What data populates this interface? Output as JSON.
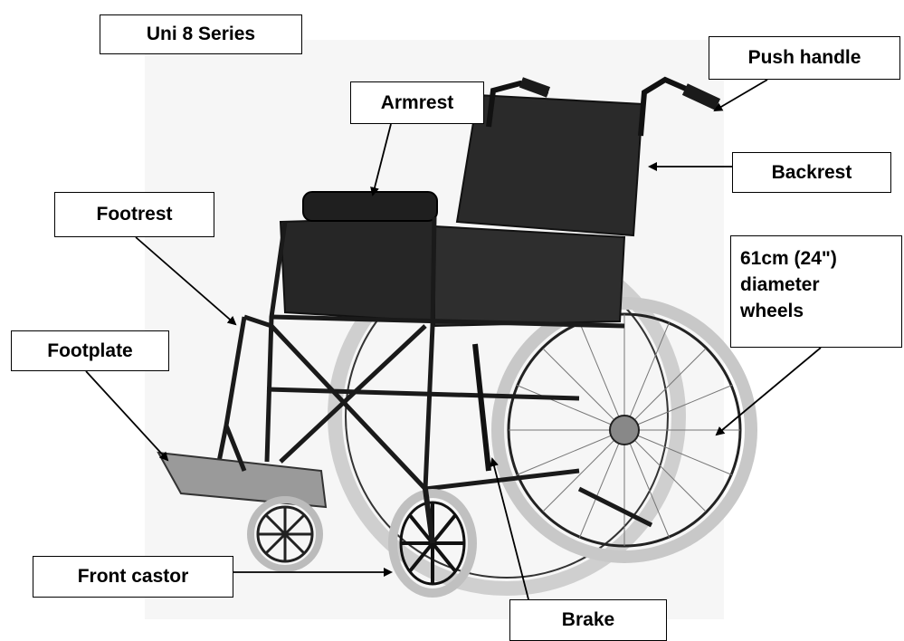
{
  "title": "Uni 8 Series",
  "labels": {
    "push_handle": "Push handle",
    "armrest": "Armrest",
    "backrest": "Backrest",
    "footrest": "Footrest",
    "wheels_line1": "61cm (24\")",
    "wheels_line2": "diameter",
    "wheels_line3": "wheels",
    "footplate": "Footplate",
    "front_castor": "Front castor",
    "brake": "Brake"
  },
  "colors": {
    "frame": "#1a1a1a",
    "tyre": "#c8c8c8",
    "upholstery": "#2a2a2a"
  }
}
